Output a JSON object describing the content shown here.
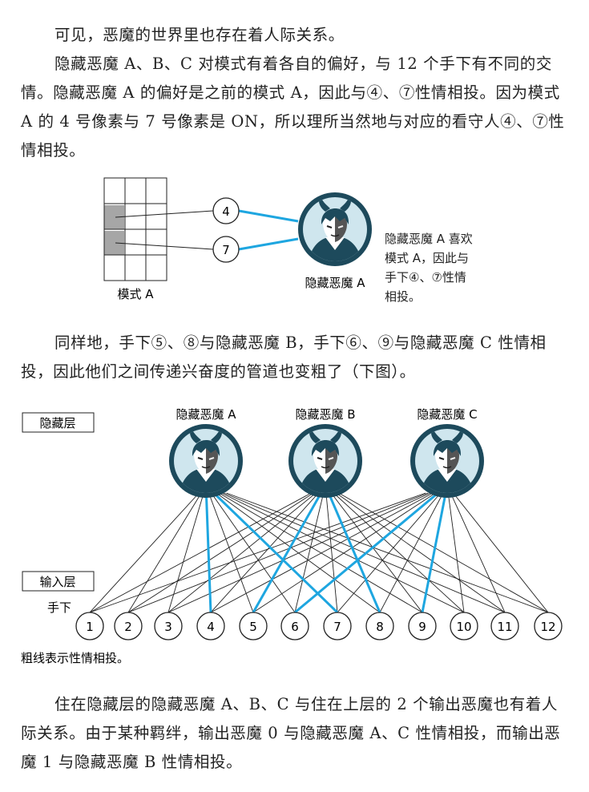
{
  "paragraphs": {
    "p1": "可见，恶魔的世界里也存在着人际关系。",
    "p2": "隐藏恶魔 A、B、C 对模式有着各自的偏好，与 12 个手下有不同的交情。隐藏恶魔 A 的偏好是之前的模式 A，因此与④、⑦性情相投。因为模式 A 的 4 号像素与 7 号像素是 ON，所以理所当然地与对应的看守人④、⑦性情相投。",
    "p3": "同样地，手下⑤、⑧与隐藏恶魔 B，手下⑥、⑨与隐藏恶魔 C 性情相投，因此他们之间传递兴奋度的管道也变粗了（下图）。",
    "p4": "住在隐藏层的隐藏恶魔 A、B、C 与住在上层的 2 个输出恶魔也有着人际关系。由于某种羁绊，输出恶魔 0 与隐藏恶魔 A、C 性情相投，而输出恶魔 1 与隐藏恶魔 B 性情相投。"
  },
  "figure1": {
    "grid_label": "模式 A",
    "node_4": "4",
    "node_7": "7",
    "demon_label": "隐藏恶魔 A",
    "side_note_lines": [
      "隐藏恶魔 A 喜欢",
      "模式 A，因此与",
      "手下④、⑦性情",
      "相投。"
    ],
    "pattern_on_cells": [
      4,
      7
    ]
  },
  "figure2": {
    "hidden_layer_label": "隐藏层",
    "input_layer_label": "输入层",
    "inputs_caption": "手下",
    "demons": [
      "隐藏恶魔 A",
      "隐藏恶魔 B",
      "隐藏恶魔 C"
    ],
    "inputs": [
      "1",
      "2",
      "3",
      "4",
      "5",
      "6",
      "7",
      "8",
      "9",
      "10",
      "11",
      "12"
    ],
    "strong_links": {
      "A": [
        4,
        7
      ],
      "B": [
        5,
        8
      ],
      "C": [
        6,
        9
      ]
    },
    "caption": "粗线表示性情相投。"
  },
  "colors": {
    "thick_line": "#1ea6e0",
    "demon_ring": "#1d4a5c",
    "demon_bg": "#cfe6ee",
    "grid_on": "#a6a6a6"
  }
}
